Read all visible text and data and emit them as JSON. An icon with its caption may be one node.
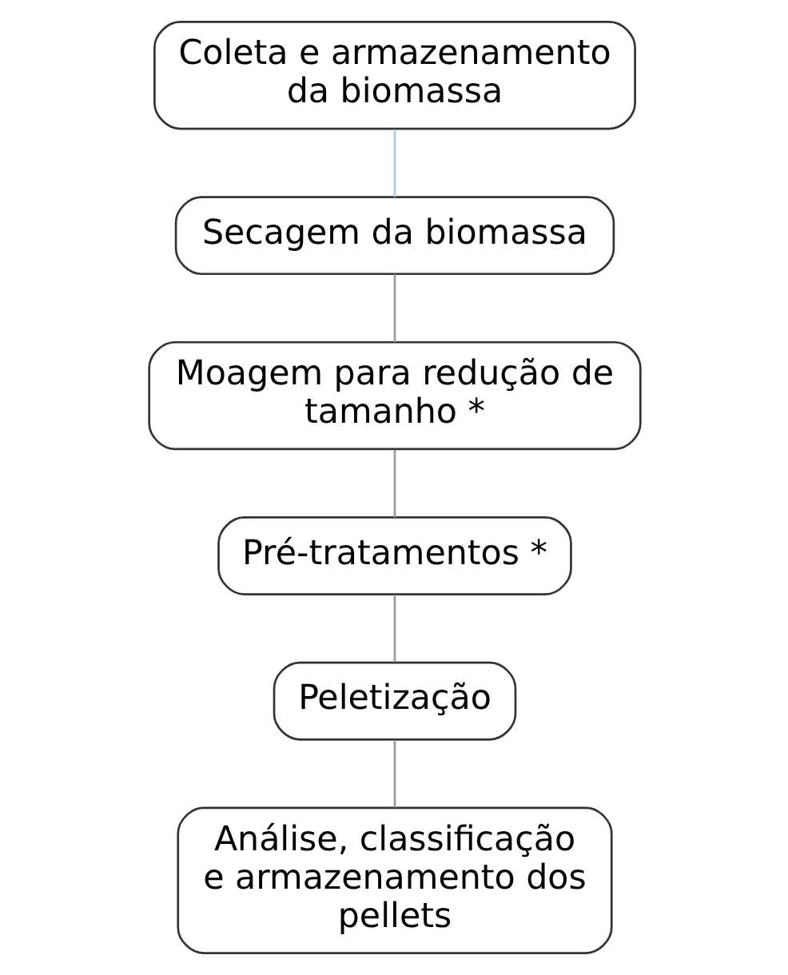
{
  "diagram": {
    "nodes": [
      {
        "text": [
          "Coleta e armazenamento da biomassa"
        ]
      },
      {
        "text": [
          "Secagem da biomassa"
        ]
      },
      {
        "text": [
          "Moagem para redução de tamanho *"
        ]
      },
      {
        "text": [
          "Pré-tratamentos *"
        ]
      },
      {
        "text": [
          "Peletização"
        ]
      },
      {
        "text": [
          "Análise, classificação e armazenamento dos pellets"
        ]
      }
    ],
    "edges": [
      {
        "from": 0,
        "to": 1,
        "arrow": "none",
        "color": "#b4c7e7"
      },
      {
        "from": 1,
        "to": 2,
        "arrow": "none"
      },
      {
        "from": 2,
        "to": 3,
        "arrow": "none"
      },
      {
        "from": 3,
        "to": 4,
        "arrow": "none"
      },
      {
        "from": 4,
        "to": 5,
        "arrow": "none"
      }
    ]
  }
}
